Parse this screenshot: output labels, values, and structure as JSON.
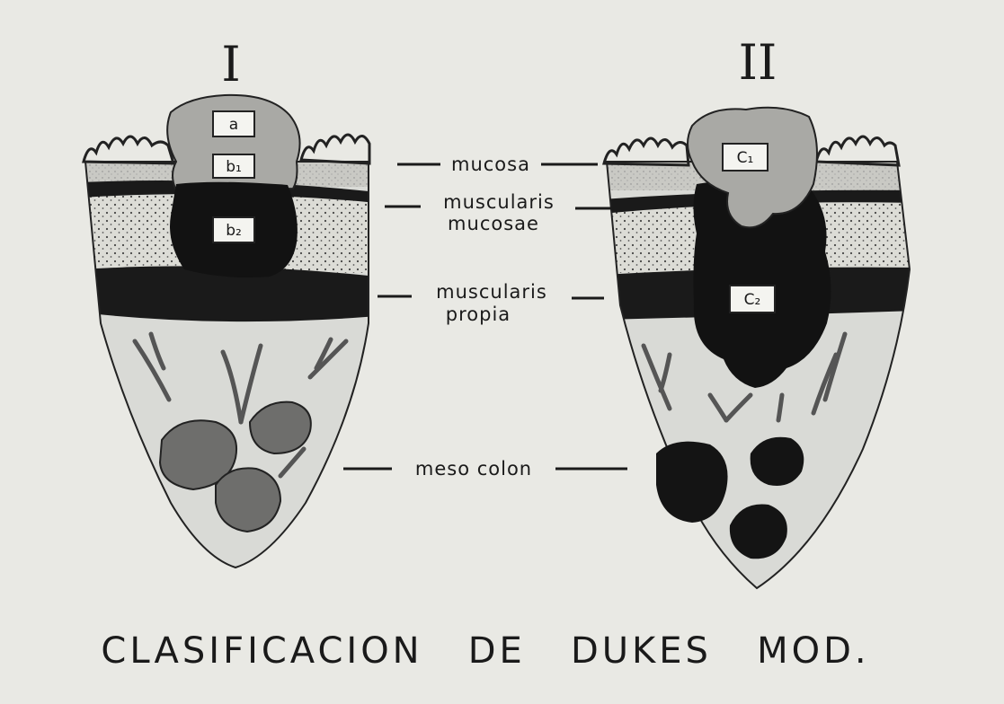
{
  "panels": {
    "left": {
      "numeral": "I",
      "boxes": {
        "a": "a",
        "b1": "b₁",
        "b2": "b₂"
      }
    },
    "right": {
      "numeral": "II",
      "boxes": {
        "c1": "C₁",
        "c2": "C₂"
      }
    }
  },
  "labels": {
    "mucosa": "mucosa",
    "muscularis_mucosae_1": "muscularis",
    "muscularis_mucosae_2": "mucosae",
    "muscularis_propia_1": "muscularis",
    "muscularis_propia_2": "propia",
    "mesocolon": "meso colon"
  },
  "title": "CLASIFICACION   DE   DUKES   MOD.",
  "colors": {
    "paper": "#e9e9e4",
    "mesocolon_fill": "#d9dad6",
    "submucosa_fill": "#dcdcd6",
    "mucosa_fill": "#c9c9c4",
    "tumor_light": "#a9a9a5",
    "tumor_dark": "#121212",
    "muscle": "#1a1a1a",
    "node_light": "#6e6e6c",
    "node_dark": "#141414"
  }
}
